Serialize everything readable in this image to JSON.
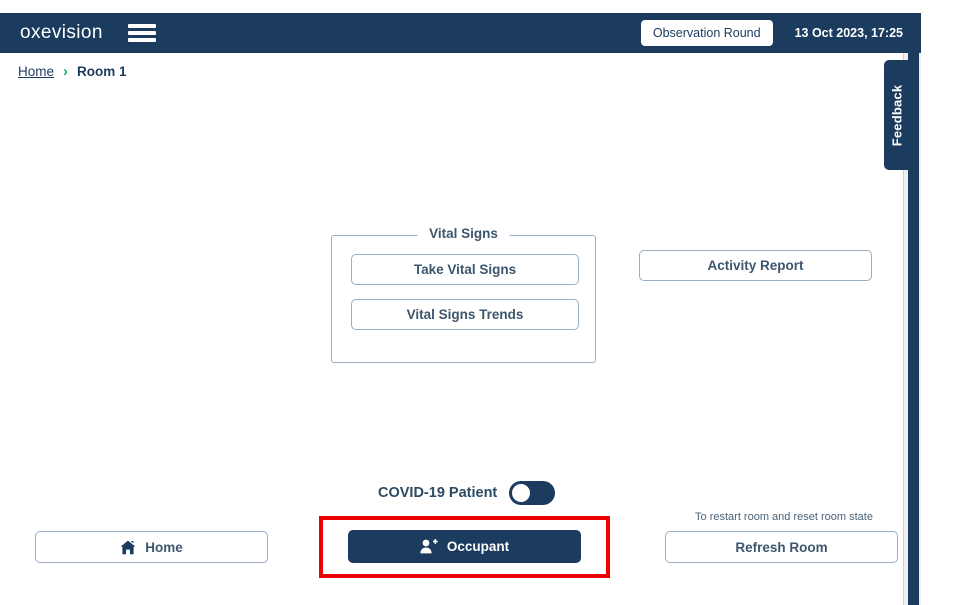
{
  "header": {
    "brand": "oxevision",
    "menu_icon": "hamburger-menu-icon",
    "observation_round_label": "Observation Round",
    "timestamp": "13 Oct 2023, 17:25",
    "background_color": "#1b3b5f"
  },
  "feedback_tab": {
    "label": "Feedback"
  },
  "breadcrumb": {
    "home_label": "Home",
    "separator": "›",
    "current_label": "Room 1",
    "separator_color": "#14b87a"
  },
  "vital_signs": {
    "legend": "Vital Signs",
    "take_label": "Take Vital Signs",
    "trends_label": "Vital Signs Trends"
  },
  "activity": {
    "report_label": "Activity Report"
  },
  "covid": {
    "label": "COVID-19 Patient",
    "toggle_state": "off"
  },
  "footer": {
    "home_label": "Home",
    "home_icon": "house-icon",
    "occupant_label": "Occupant",
    "occupant_icon": "user-plus-icon",
    "refresh_helper_text": "To restart room and reset room state",
    "refresh_label": "Refresh Room"
  },
  "highlight": {
    "color": "#ee0000",
    "target": "occupant-button"
  }
}
